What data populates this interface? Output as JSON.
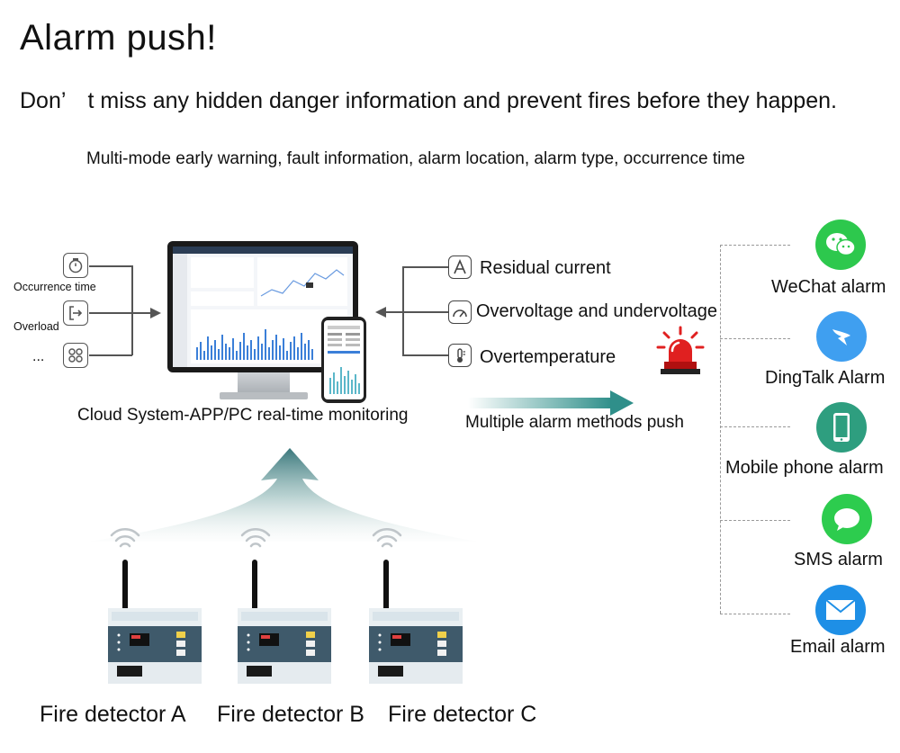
{
  "header": {
    "title": "Alarm push!",
    "subtitle": "Don’　t miss any hidden danger information and prevent fires before they happen.",
    "tagline": "Multi-mode early warning, fault information, alarm location, alarm type, occurrence time"
  },
  "left_inputs": [
    {
      "label": "Occurrence time",
      "icon": "timer-icon"
    },
    {
      "label": "Overload",
      "icon": "exit-icon"
    },
    {
      "label": "...",
      "icon": "grid-icon"
    }
  ],
  "right_inputs": [
    {
      "label": "Residual current",
      "icon": "residual-current-icon"
    },
    {
      "label": "Overvoltage and undervoltage",
      "icon": "gauge-icon"
    },
    {
      "label": "Overtemperature",
      "icon": "thermometer-icon"
    }
  ],
  "center": {
    "cloud_label": "Cloud System-APP/PC real-time monitoring",
    "push_label": "Multiple alarm methods push"
  },
  "channels": [
    {
      "label": "WeChat alarm",
      "icon": "wechat-icon",
      "color": "#2dc84d"
    },
    {
      "label": "DingTalk Alarm",
      "icon": "dingtalk-icon",
      "color": "#3f9ff0"
    },
    {
      "label": "Mobile phone alarm",
      "icon": "mobile-phone-icon",
      "color": "#2e9e7f"
    },
    {
      "label": "SMS alarm",
      "icon": "sms-icon",
      "color": "#2dcc4e"
    },
    {
      "label": "Email alarm",
      "icon": "email-icon",
      "color": "#1e8fe6"
    }
  ],
  "detectors": [
    {
      "label": "Fire detector A"
    },
    {
      "label": "Fire detector B"
    },
    {
      "label": "Fire detector C"
    }
  ],
  "colors": {
    "arrow_teal": "#2f8f8a",
    "siren_red": "#e02020",
    "screen_bars": "#3b7fd8"
  }
}
